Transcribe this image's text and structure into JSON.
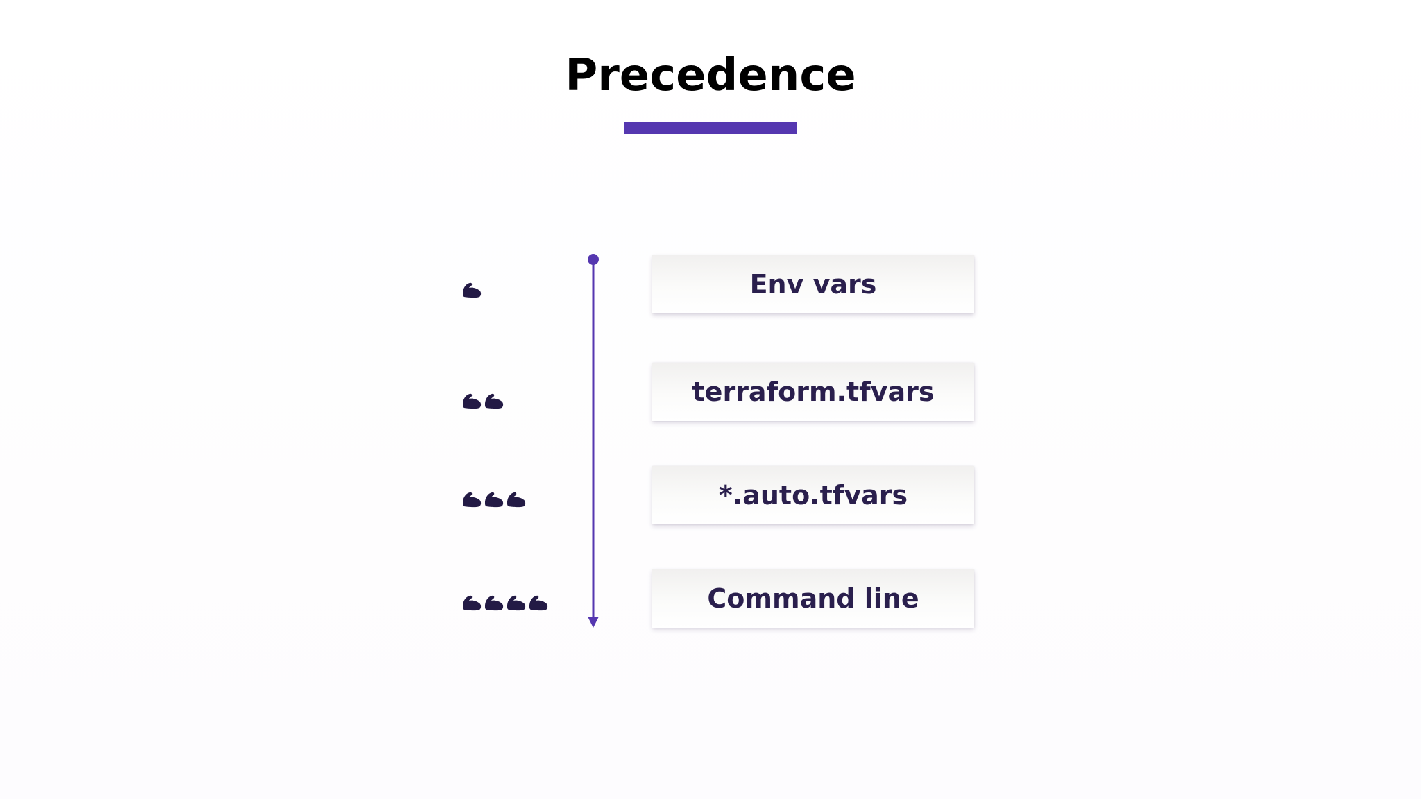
{
  "slide": {
    "title": "Precedence"
  },
  "colors": {
    "accent": "#5537b0",
    "text_dark": "#2a1f4d",
    "icon": "#231a45"
  },
  "precedence_items": [
    {
      "label": "Env vars",
      "icon": "flexed-biceps-icon",
      "strength": 1
    },
    {
      "label": "terraform.tfvars",
      "icon": "flexed-biceps-icon",
      "strength": 2
    },
    {
      "label": "*.auto.tfvars",
      "icon": "flexed-biceps-icon",
      "strength": 3
    },
    {
      "label": "Command line",
      "icon": "flexed-biceps-icon",
      "strength": 4
    }
  ]
}
